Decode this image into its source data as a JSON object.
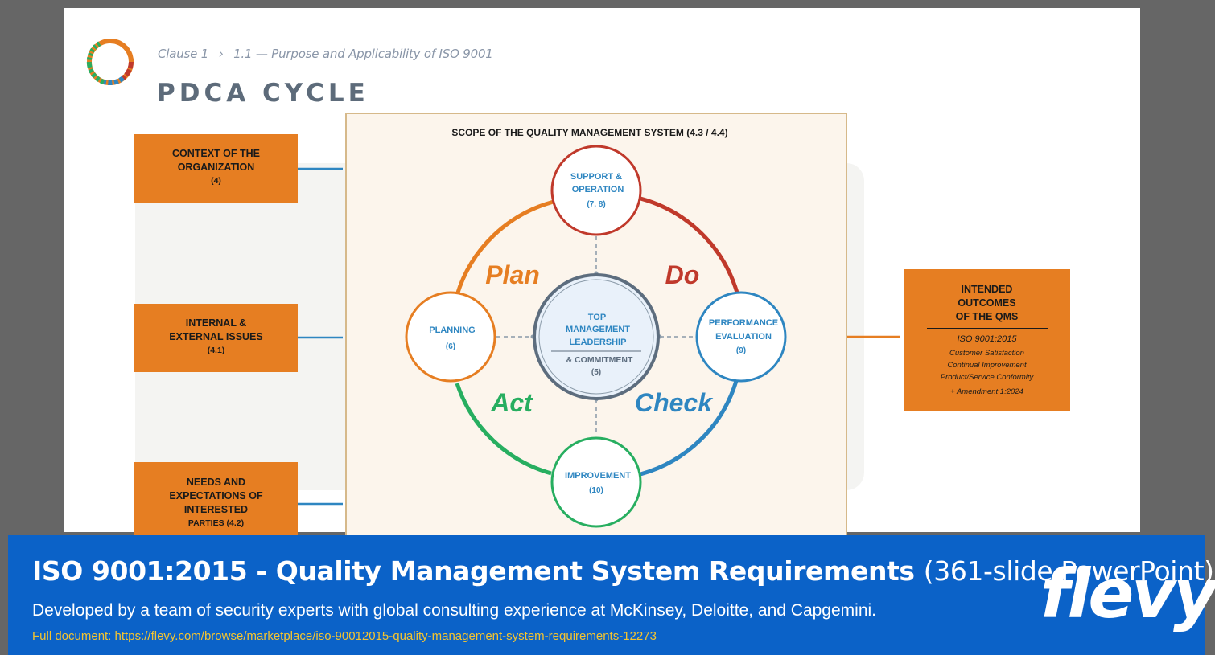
{
  "breadcrumb": {
    "clause": "Clause 1",
    "separator": "›",
    "section": "1.1 — Purpose and Applicability of ISO 9001"
  },
  "title": "PDCA CYCLE",
  "diagram": {
    "scope_label": "SCOPE OF THE QUALITY MANAGEMENT SYSTEM (4.3 / 4.4)",
    "inputs": [
      {
        "lines": [
          "CONTEXT OF THE",
          "ORGANIZATION"
        ],
        "ref": "(4)"
      },
      {
        "lines": [
          "INTERNAL &",
          "EXTERNAL ISSUES"
        ],
        "ref": "(4.1)"
      },
      {
        "lines": [
          "NEEDS AND",
          "EXPECTATIONS OF",
          "INTERESTED"
        ],
        "ref": "PARTIES (4.2)"
      }
    ],
    "phases": {
      "plan": "Plan",
      "do": "Do",
      "check": "Check",
      "act": "Act"
    },
    "nodes": {
      "support": {
        "line1": "SUPPORT &",
        "line2": "OPERATION",
        "ref": "(7, 8)"
      },
      "planning": {
        "line1": "PLANNING",
        "ref": "(6)"
      },
      "performance": {
        "line1": "PERFORMANCE",
        "line2": "EVALUATION",
        "ref": "(9)"
      },
      "improvement": {
        "line1": "IMPROVEMENT",
        "ref": "(10)"
      },
      "leadership": {
        "line1": "TOP",
        "line2": "MANAGEMENT",
        "line3": "LEADERSHIP",
        "line4": "& COMMITMENT",
        "ref": "(5)"
      }
    },
    "outcomes": {
      "lines": [
        "INTENDED",
        "OUTCOMES",
        "OF THE QMS"
      ],
      "items": [
        "ISO 9001:2015",
        "Customer Satisfaction",
        "Continual Improvement",
        "Product/Service Conformity",
        "+ Amendment 1:2024"
      ]
    }
  },
  "footer": {
    "title_bold": "ISO 9001:2015 - Quality Management System Requirements",
    "title_light": "(361-slide PowerPoint)",
    "description": "Developed by a team of security experts with global consulting experience at McKinsey, Deloitte, and Capgemini.",
    "link": "Full document: https://flevy.com/browse/marketplace/iso-90012015-quality-management-system-requirements-12273",
    "brand": "flevy"
  },
  "colors": {
    "orange": "#e67e22",
    "red": "#c0392b",
    "blue": "#2e86c1",
    "green": "#27ae60",
    "leadership_ring": "#5d6d7e",
    "footer_bg": "#0b62c8",
    "link": "#f4c430"
  }
}
